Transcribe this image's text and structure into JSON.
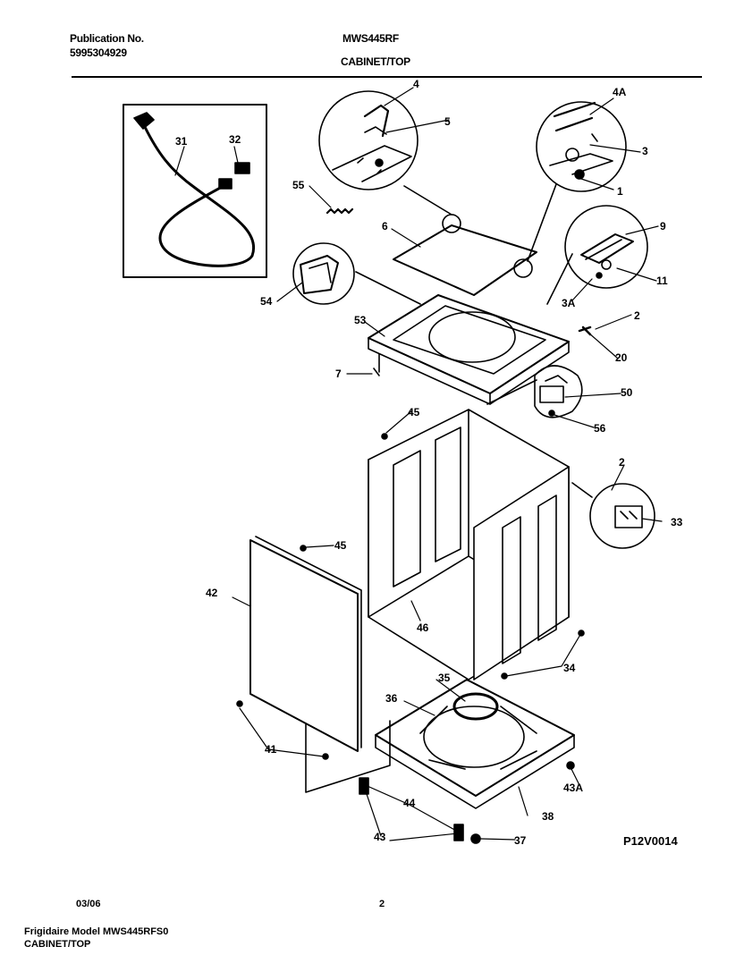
{
  "header": {
    "publication_label": "Publication No.",
    "publication_number": "5995304929",
    "model": "MWS445RF",
    "section": "CABINET/TOP"
  },
  "diagram": {
    "code": "P12V0014",
    "callouts": {
      "c4": "4",
      "c5": "5",
      "c4A": "4A",
      "c3": "3",
      "c1": "1",
      "c31": "31",
      "c32": "32",
      "c55": "55",
      "c6": "6",
      "c9": "9",
      "c11": "11",
      "c3A": "3A",
      "c54": "54",
      "c53": "53",
      "c2a": "2",
      "c20": "20",
      "c7": "7",
      "c50": "50",
      "c56": "56",
      "c45a": "45",
      "c2b": "2",
      "c33": "33",
      "c45b": "45",
      "c42": "42",
      "c46": "46",
      "c34": "34",
      "c35": "35",
      "c36": "36",
      "c41": "41",
      "c43A": "43A",
      "c44": "44",
      "c38": "38",
      "c43": "43",
      "c37": "37"
    }
  },
  "footer": {
    "date": "03/06",
    "page": "2",
    "model_line": "Frigidaire Model MWS445RFS0",
    "section_line": "CABINET/TOP"
  }
}
